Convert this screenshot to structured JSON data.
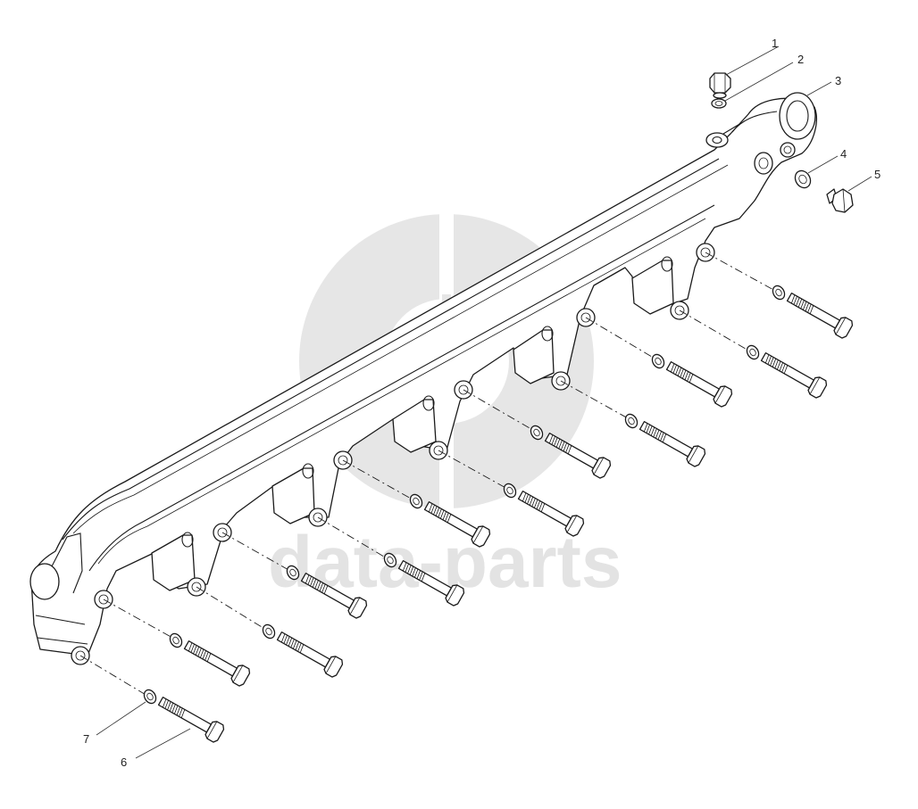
{
  "watermark": {
    "text": "data-parts",
    "color": "#e3e3e3"
  },
  "callouts": [
    {
      "label": "1",
      "part": "plug"
    },
    {
      "label": "2",
      "part": "washer"
    },
    {
      "label": "3",
      "part": "manifold"
    },
    {
      "label": "4",
      "part": "washer"
    },
    {
      "label": "5",
      "part": "plug"
    },
    {
      "label": "6",
      "part": "bolt"
    },
    {
      "label": "7",
      "part": "washer"
    }
  ]
}
